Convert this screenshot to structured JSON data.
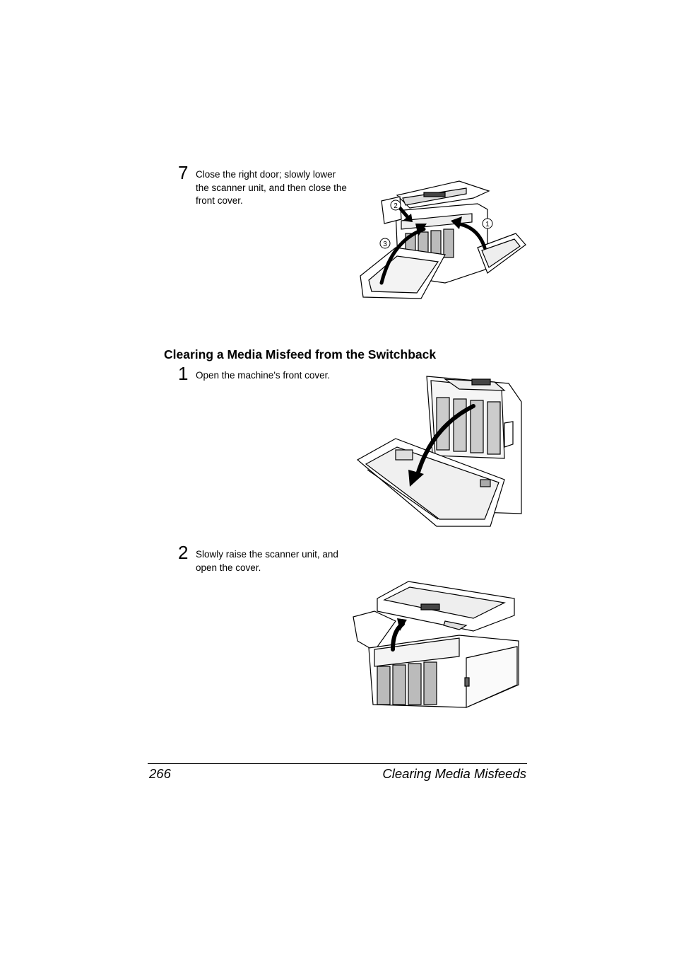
{
  "steps": [
    {
      "number": "7",
      "text": "Close the right door; slowly lower the scanner unit, and then close the front cover."
    },
    {
      "number": "1",
      "text": "Open the machine's front cover."
    },
    {
      "number": "2",
      "text": "Slowly raise the scanner unit, and open the cover."
    }
  ],
  "section": {
    "heading": "Clearing a Media Misfeed from the Switchback"
  },
  "callouts": [
    "2",
    "1",
    "3"
  ],
  "footer": {
    "page_number": "266",
    "title": "Clearing Media Misfeeds"
  }
}
